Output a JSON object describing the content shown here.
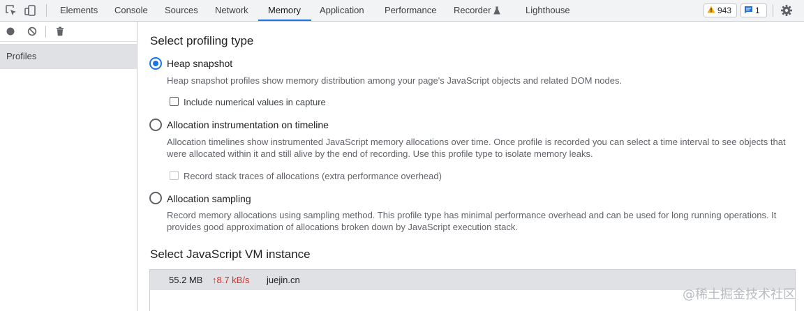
{
  "toolbar": {
    "tabs": [
      {
        "label": "Elements"
      },
      {
        "label": "Console"
      },
      {
        "label": "Sources"
      },
      {
        "label": "Network"
      },
      {
        "label": "Memory",
        "active": true
      },
      {
        "label": "Application"
      },
      {
        "label": "Performance"
      },
      {
        "label": "Recorder"
      },
      {
        "label": "Lighthouse"
      }
    ],
    "warnings_count": "943",
    "messages_count": "1",
    "accent_color": "#1a73e8"
  },
  "sidebar": {
    "section_label": "Profiles"
  },
  "main": {
    "profiling_title": "Select profiling type",
    "options": [
      {
        "label": "Heap snapshot",
        "checked": true,
        "description": "Heap snapshot profiles show memory distribution among your page's JavaScript objects and related DOM nodes.",
        "checkbox_label": "Include numerical values in capture",
        "checkbox_enabled": true
      },
      {
        "label": "Allocation instrumentation on timeline",
        "checked": false,
        "description": "Allocation timelines show instrumented JavaScript memory allocations over time. Once profile is recorded you can select a time interval to see objects that were allocated within it and still alive by the end of recording. Use this profile type to isolate memory leaks.",
        "checkbox_label": "Record stack traces of allocations (extra performance overhead)",
        "checkbox_enabled": false
      },
      {
        "label": "Allocation sampling",
        "checked": false,
        "description": "Record memory allocations using sampling method. This profile type has minimal performance overhead and can be used for long running operations. It provides good approximation of allocations broken down by JavaScript execution stack."
      }
    ],
    "vm_title": "Select JavaScript VM instance",
    "vm_instances": [
      {
        "size": "55.2 MB",
        "rate": "↑8.7 kB/s",
        "name": "juejin.cn"
      }
    ]
  },
  "watermark": "@稀土掘金技术社区"
}
